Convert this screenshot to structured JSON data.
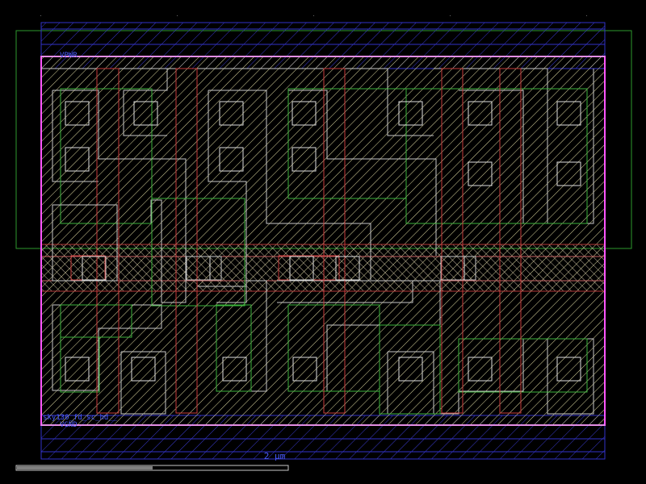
{
  "labels": {
    "vpwr": "VPWR",
    "vgnd": "VGND",
    "cell_name": "sky130_fd_sc_hd__"
  },
  "scale_bar": {
    "text": "2 µm"
  },
  "colors": {
    "background": "#000000",
    "nwell": "#2e9a2e",
    "diffusion": "#3cb43c",
    "local_interconnect": "#c8c8c8",
    "poly": "#c83c3c",
    "metal1": "#3232c8",
    "cell_boundary": "#ff55ff",
    "hatch": "#ddd8a0",
    "contact": "#e0e0e0",
    "scale_bar": "#c8c8c8",
    "scale_bar_fill": "#808080",
    "label_text": "#4a5cff"
  }
}
